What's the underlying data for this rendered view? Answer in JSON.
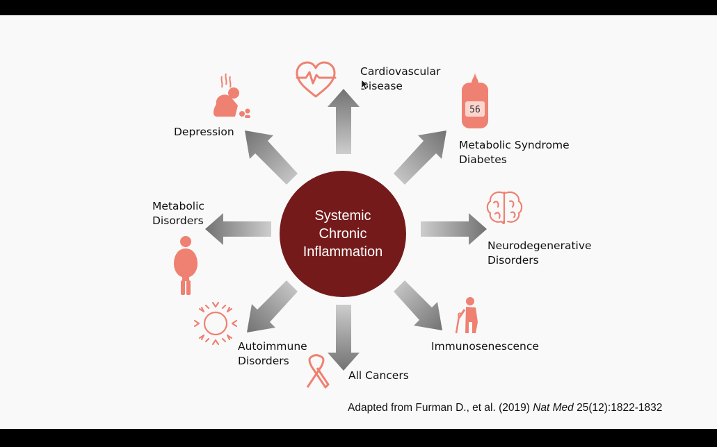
{
  "center": {
    "lines": [
      "Systemic",
      "Chronic",
      "Inflammation"
    ]
  },
  "outcomes": {
    "cardiovascular": [
      "Cardiovascular",
      "Disease"
    ],
    "metabolic_syndrome": [
      "Metabolic Syndrome",
      "Diabetes"
    ],
    "neurodegenerative": [
      "Neurodegenerative",
      "Disorders"
    ],
    "immunosenescence": [
      "Immunosenescence"
    ],
    "cancers": [
      "All Cancers"
    ],
    "autoimmune": [
      "Autoimmune",
      "Disorders"
    ],
    "metabolic_disorders": [
      "Metabolic",
      "Disorders"
    ],
    "depression": [
      "Depression"
    ]
  },
  "glucose_display": "56",
  "citation": {
    "prefix": "Adapted from Furman D., et al. (2019) ",
    "journal": "Nat Med",
    "suffix": " 25(12):1822-1832"
  },
  "colors": {
    "center": "#751a1a",
    "icon": "#ef8172",
    "arrow_light": "#c7c7c7",
    "arrow_dark": "#767676"
  },
  "nav_icons": [
    "back-arrow-icon",
    "pencil-icon",
    "menu-icon",
    "forward-arrow-icon"
  ]
}
